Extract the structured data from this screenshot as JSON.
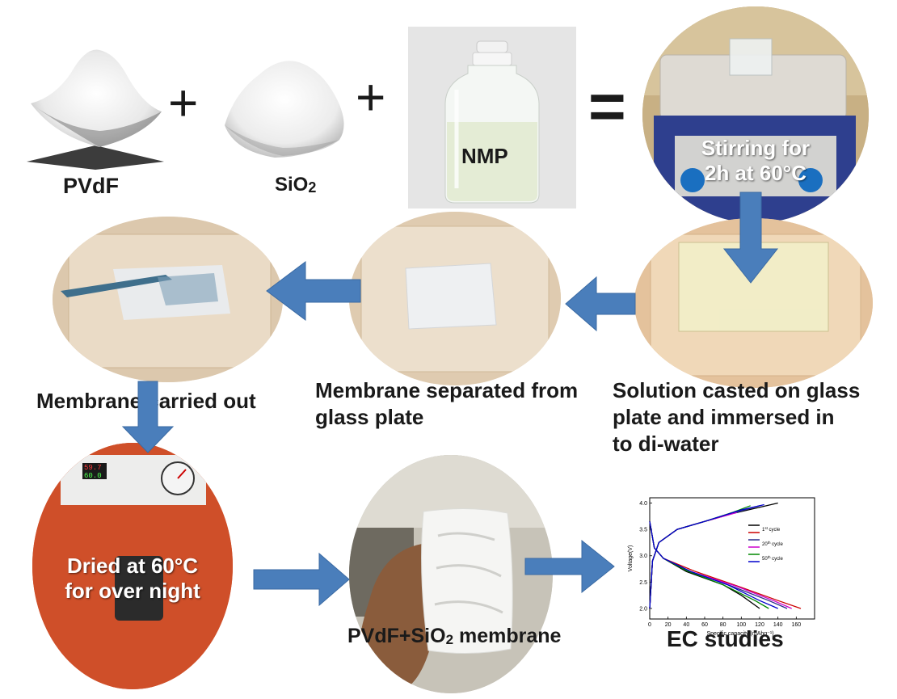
{
  "colors": {
    "arrow": "#4a7ebb",
    "label": "#1a1a1a",
    "plate": "#e8ddc4",
    "oven": "#d8532b"
  },
  "ingredients": {
    "pvdf_label": "PVdF",
    "sio2_label_main": "SiO",
    "sio2_label_sub": "2",
    "nmp_label": "NMP",
    "plus_1": "+",
    "plus_2": "+",
    "equals": "="
  },
  "steps": {
    "stirring_line1": "Stirring for",
    "stirring_line2": "2h at 60°C",
    "casted_line1": "Solution casted on glass",
    "casted_line2": "plate and immersed in",
    "casted_line3": "to di-water",
    "separated_line1": "Membrane separated from",
    "separated_line2": "glass plate",
    "carried_out": "Membrane carried out",
    "dried_line1": "Dried at 60°C",
    "dried_line2": "for over night",
    "membrane_main": "PVdF+SiO",
    "membrane_sub": "2",
    "membrane_rest": " membrane",
    "ec_studies": "EC studies"
  },
  "oven_display": {
    "readout_top": "59.7",
    "readout_bottom": "60.0"
  },
  "chart_data": {
    "type": "line",
    "title": "",
    "xlabel": "Specific capacity (mAhg⁻¹)",
    "ylabel": "Voltage(V)",
    "xlim": [
      0,
      180
    ],
    "ylim": [
      1.8,
      4.1
    ],
    "x_ticks": [
      "0",
      "20",
      "40",
      "60",
      "80",
      "100",
      "120",
      "140",
      "160"
    ],
    "y_ticks": [
      "2.0",
      "2.5",
      "3.0",
      "3.5",
      "4.0"
    ],
    "legend_position": "right",
    "legend": [
      {
        "text": "1st cycle",
        "main": "1",
        "sup": "st",
        "rest": " cycle"
      },
      {
        "text": "20th cycle",
        "main": "20",
        "sup": "th",
        "rest": " cycle"
      },
      {
        "text": "50th cycle",
        "main": "50",
        "sup": "th",
        "rest": " cycle"
      }
    ],
    "series": [
      {
        "color": "#000000",
        "charge": [
          [
            0,
            2.0
          ],
          [
            3,
            2.9
          ],
          [
            10,
            3.25
          ],
          [
            30,
            3.5
          ],
          [
            60,
            3.65
          ],
          [
            90,
            3.8
          ],
          [
            120,
            3.92
          ],
          [
            140,
            4.0
          ]
        ],
        "discharge": [
          [
            0,
            3.65
          ],
          [
            5,
            3.15
          ],
          [
            15,
            2.95
          ],
          [
            40,
            2.7
          ],
          [
            80,
            2.45
          ],
          [
            100,
            2.25
          ],
          [
            120,
            2.0
          ]
        ]
      },
      {
        "color": "#cc0000",
        "charge": [
          [
            0,
            2.0
          ],
          [
            3,
            2.9
          ],
          [
            10,
            3.25
          ],
          [
            30,
            3.5
          ],
          [
            60,
            3.65
          ],
          [
            80,
            3.75
          ]
        ],
        "discharge": [
          [
            0,
            3.65
          ],
          [
            5,
            3.15
          ],
          [
            15,
            2.95
          ],
          [
            50,
            2.7
          ],
          [
            100,
            2.4
          ],
          [
            140,
            2.15
          ],
          [
            165,
            2.0
          ]
        ]
      },
      {
        "color": "#2a2a8a",
        "charge": [
          [
            0,
            2.0
          ],
          [
            3,
            2.9
          ],
          [
            10,
            3.25
          ],
          [
            30,
            3.5
          ],
          [
            60,
            3.65
          ],
          [
            100,
            3.85
          ],
          [
            120,
            3.95
          ]
        ],
        "discharge": [
          [
            0,
            3.65
          ],
          [
            5,
            3.15
          ],
          [
            15,
            2.95
          ],
          [
            45,
            2.7
          ],
          [
            90,
            2.42
          ],
          [
            130,
            2.15
          ],
          [
            150,
            2.0
          ]
        ]
      },
      {
        "color": "#cc00cc",
        "charge": [
          [
            0,
            2.0
          ],
          [
            3,
            2.9
          ],
          [
            10,
            3.25
          ],
          [
            30,
            3.5
          ],
          [
            60,
            3.65
          ],
          [
            95,
            3.82
          ]
        ],
        "discharge": [
          [
            0,
            3.65
          ],
          [
            5,
            3.15
          ],
          [
            15,
            2.95
          ],
          [
            45,
            2.7
          ],
          [
            95,
            2.42
          ],
          [
            135,
            2.15
          ],
          [
            155,
            2.0
          ]
        ]
      },
      {
        "color": "#008800",
        "charge": [
          [
            0,
            2.0
          ],
          [
            3,
            2.9
          ],
          [
            10,
            3.25
          ],
          [
            30,
            3.5
          ],
          [
            60,
            3.65
          ],
          [
            90,
            3.82
          ],
          [
            110,
            3.95
          ]
        ],
        "discharge": [
          [
            0,
            3.65
          ],
          [
            5,
            3.15
          ],
          [
            15,
            2.95
          ],
          [
            40,
            2.72
          ],
          [
            80,
            2.45
          ],
          [
            115,
            2.15
          ],
          [
            130,
            2.0
          ]
        ]
      },
      {
        "color": "#0000cc",
        "charge": [
          [
            0,
            2.0
          ],
          [
            3,
            2.9
          ],
          [
            10,
            3.25
          ],
          [
            30,
            3.5
          ],
          [
            60,
            3.65
          ],
          [
            100,
            3.87
          ],
          [
            125,
            3.97
          ]
        ],
        "discharge": [
          [
            0,
            3.65
          ],
          [
            5,
            3.15
          ],
          [
            15,
            2.95
          ],
          [
            45,
            2.7
          ],
          [
            85,
            2.45
          ],
          [
            120,
            2.15
          ],
          [
            140,
            2.0
          ]
        ]
      }
    ]
  }
}
